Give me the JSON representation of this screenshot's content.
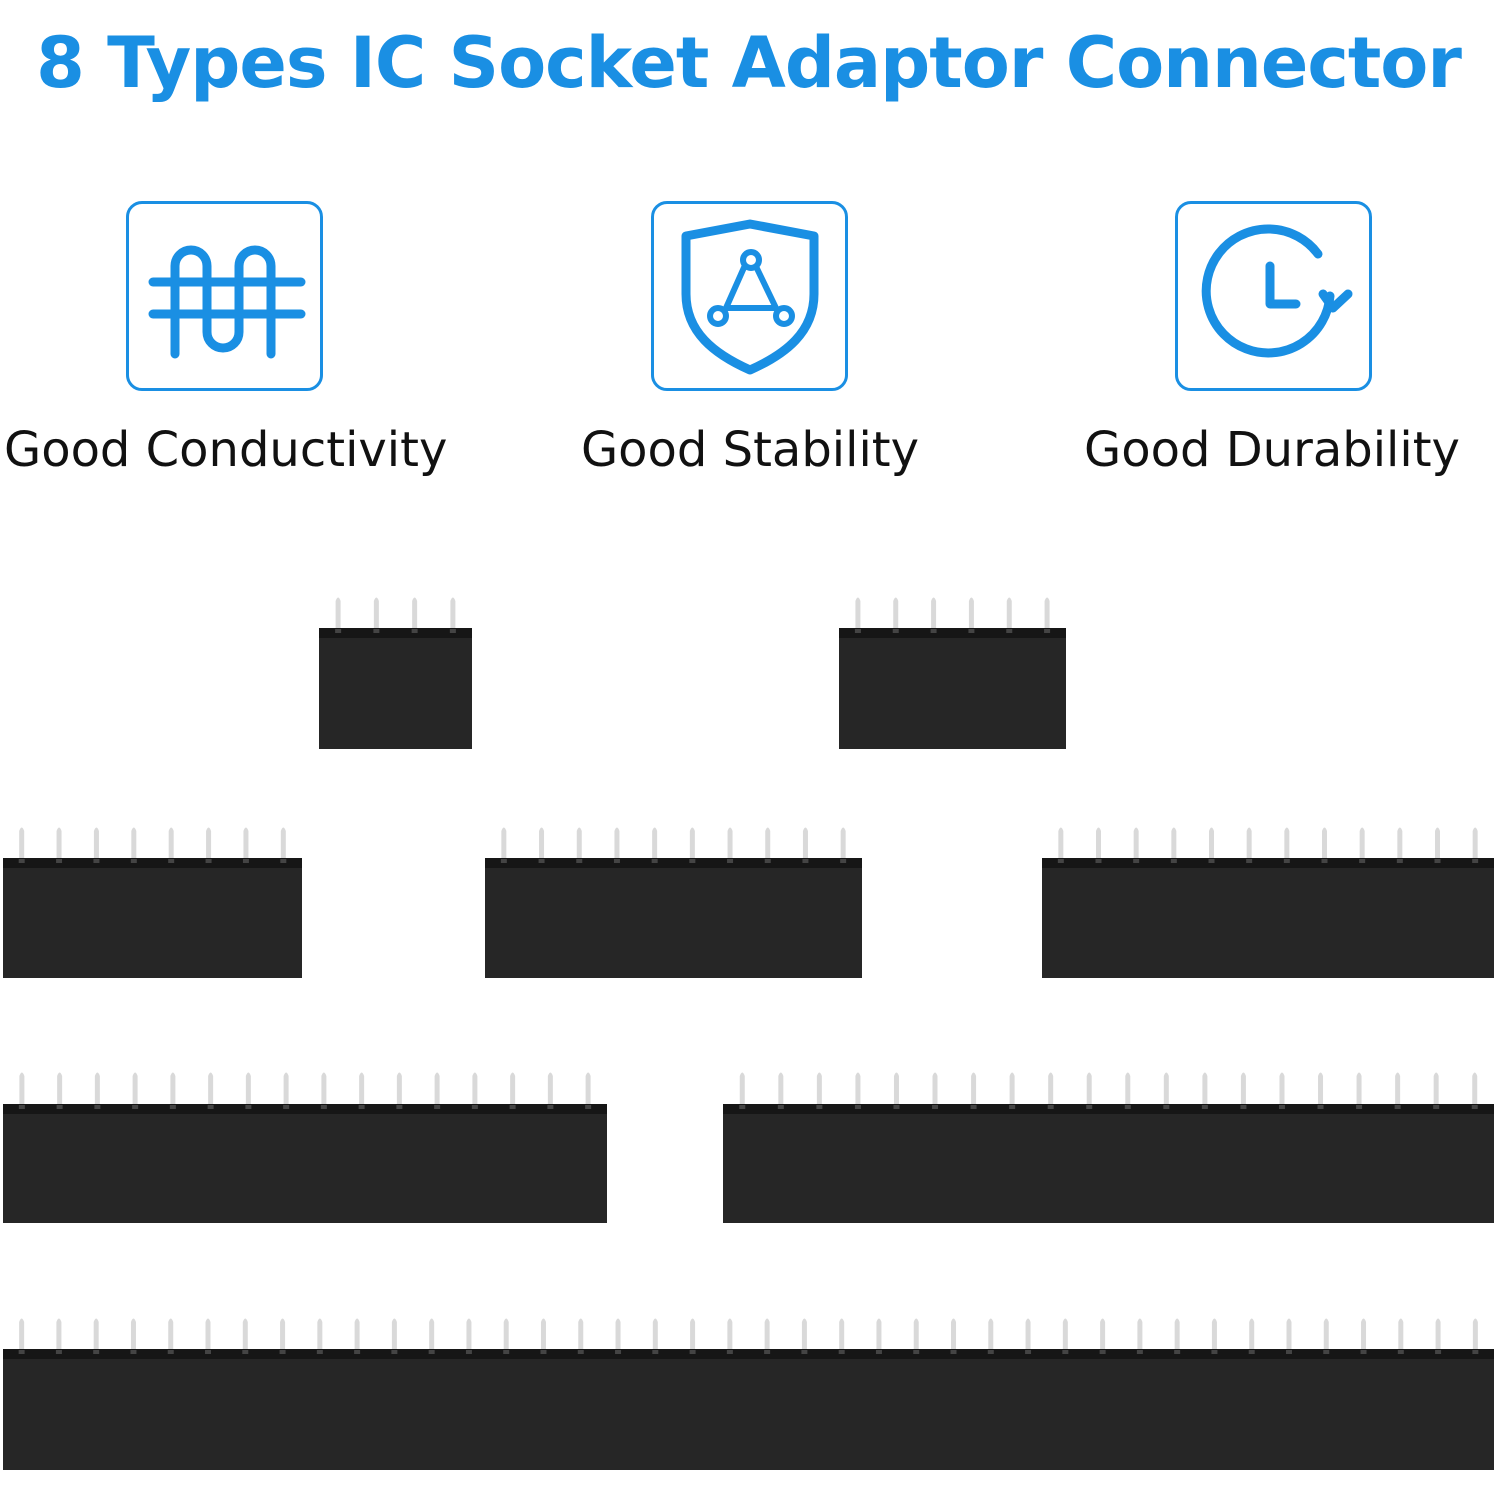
{
  "title": "8 Types IC Socket Adaptor Connector",
  "colors": {
    "accent": "#1a8fe3",
    "connector_body": "#262626",
    "connector_top": "#161616",
    "pin": "#d9d9d9",
    "label_text": "#111111"
  },
  "features": [
    {
      "icon": "wave-conductivity-icon",
      "label": "Good Conductivity"
    },
    {
      "icon": "shield-triangle-icon",
      "label": "Good Stability"
    },
    {
      "icon": "clock-refresh-icon",
      "label": "Good Durability"
    }
  ],
  "connectors": [
    {
      "name": "connector-4-pin",
      "pins": 4
    },
    {
      "name": "connector-6-pin",
      "pins": 6
    },
    {
      "name": "connector-8-pin",
      "pins": 8
    },
    {
      "name": "connector-10-pin",
      "pins": 10
    },
    {
      "name": "connector-12-pin",
      "pins": 12
    },
    {
      "name": "connector-16-pin",
      "pins": 16
    },
    {
      "name": "connector-20-pin",
      "pins": 20
    },
    {
      "name": "connector-40-pin",
      "pins": 40
    }
  ]
}
